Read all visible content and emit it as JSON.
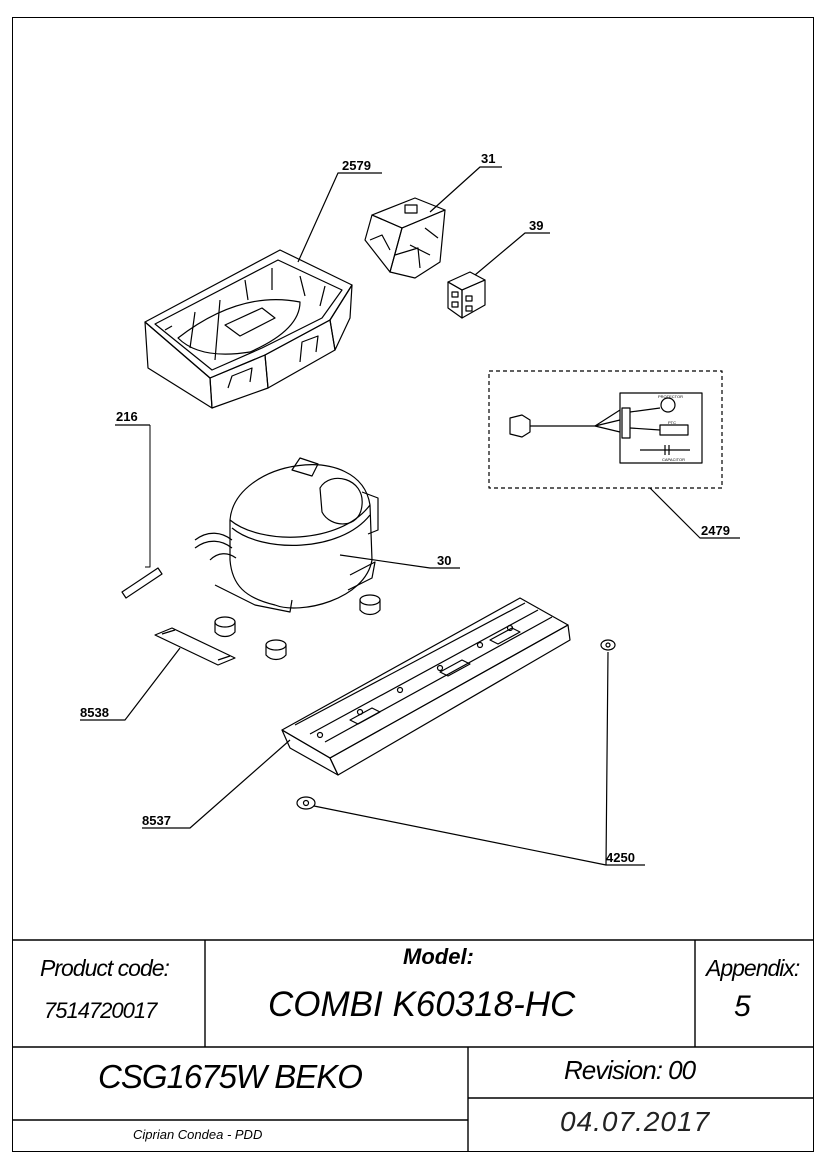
{
  "callouts": {
    "p2579": "2579",
    "p31": "31",
    "p39": "39",
    "p216": "216",
    "p2479": "2479",
    "p30": "30",
    "p8538": "8538",
    "p8537": "8537",
    "p4250": "4250"
  },
  "wiring_labels": {
    "protector": "PROTECTOR",
    "ptc": "PTC",
    "capacitor": "CAPACITOR"
  },
  "title_block": {
    "product_code_label": "Product code:",
    "product_code_value": "7514720017",
    "model_label": "Model:",
    "model_value": "COMBI K60318-HC",
    "appendix_label": "Appendix:",
    "appendix_value": "5",
    "drawing_name": "CSG1675W BEKO",
    "revision": "Revision: 00",
    "author": "Ciprian Condea - PDD",
    "date": "04.07.2017"
  }
}
